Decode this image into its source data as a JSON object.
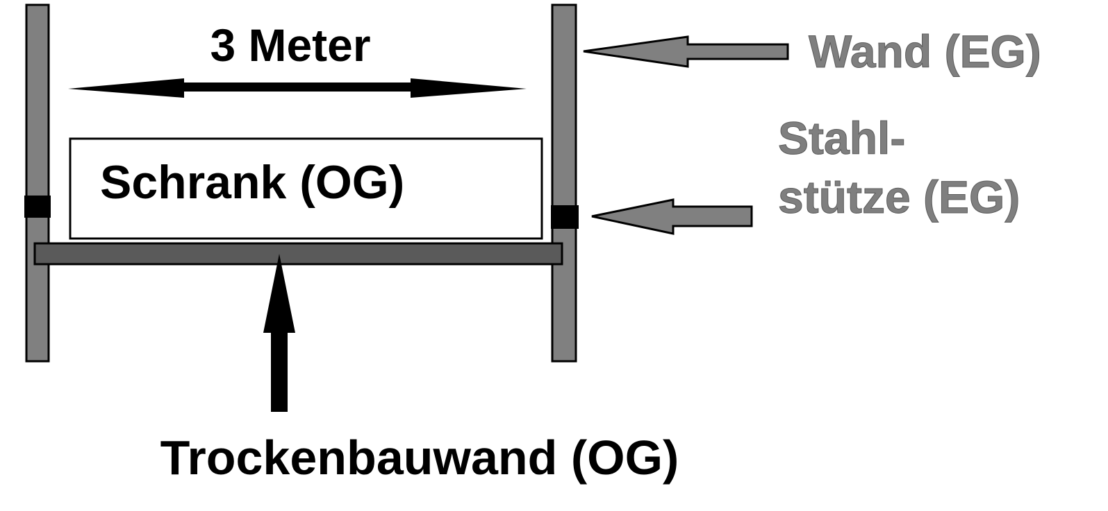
{
  "labels": {
    "dimension": "3 Meter",
    "cabinet": "Schrank (OG)",
    "wall": "Wand (EG)",
    "steel_line1": "Stahl-",
    "steel_line2": "stütze (EG)",
    "drywall": "Trockenbauwand (OG)"
  },
  "colors": {
    "black": "#000000",
    "gray_label": "#7f7f7f",
    "gray_post": "#808080",
    "gray_beam": "#5a5a5a"
  }
}
